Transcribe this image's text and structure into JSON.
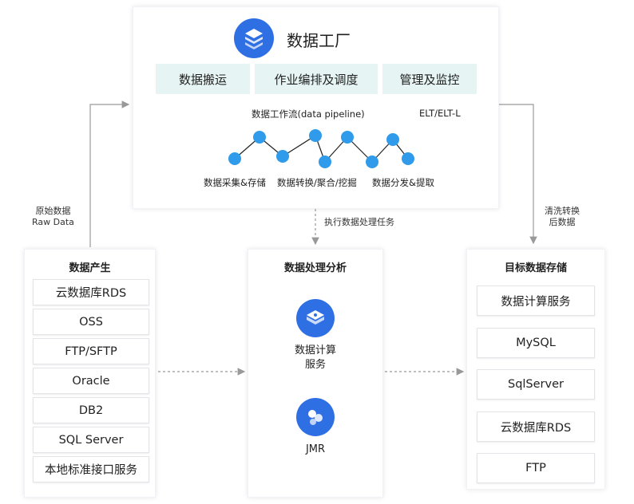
{
  "factory": {
    "title": "数据工厂",
    "tabs": [
      "数据搬运",
      "作业编排及调度",
      "管理及监控"
    ],
    "pipeline_label": "数据工作流(data pipeline)",
    "elt_label": "ELT/ELT-L",
    "stage_labels": [
      "数据采集&存储",
      "数据转换/聚合/挖掘",
      "数据分发&提取"
    ]
  },
  "annotations": {
    "raw_data_line1": "原始数据",
    "raw_data_line2": "Raw Data",
    "execute_task": "执行数据处理任务",
    "cleaned_line1": "清洗转换",
    "cleaned_line2": "后数据"
  },
  "source": {
    "title": "数据产生",
    "items": [
      "云数据库RDS",
      "OSS",
      "FTP/SFTP",
      "Oracle",
      "DB2",
      "SQL Server",
      "本地标准接口服务"
    ]
  },
  "processing": {
    "title": "数据处理分析",
    "service1_line1": "数据计算",
    "service1_line2": "服务",
    "service2": "JMR"
  },
  "target": {
    "title": "目标数据存储",
    "items": [
      "数据计算服务",
      "MySQL",
      "SqlServer",
      "云数据库RDS",
      "FTP"
    ]
  },
  "colors": {
    "accent": "#2f6fe4",
    "node": "#2f9bea",
    "tab_bg": "#e6f4f4",
    "arrow": "#999999"
  },
  "icons": [
    "factory-logo-icon",
    "compute-service-icon",
    "jmr-icon"
  ]
}
